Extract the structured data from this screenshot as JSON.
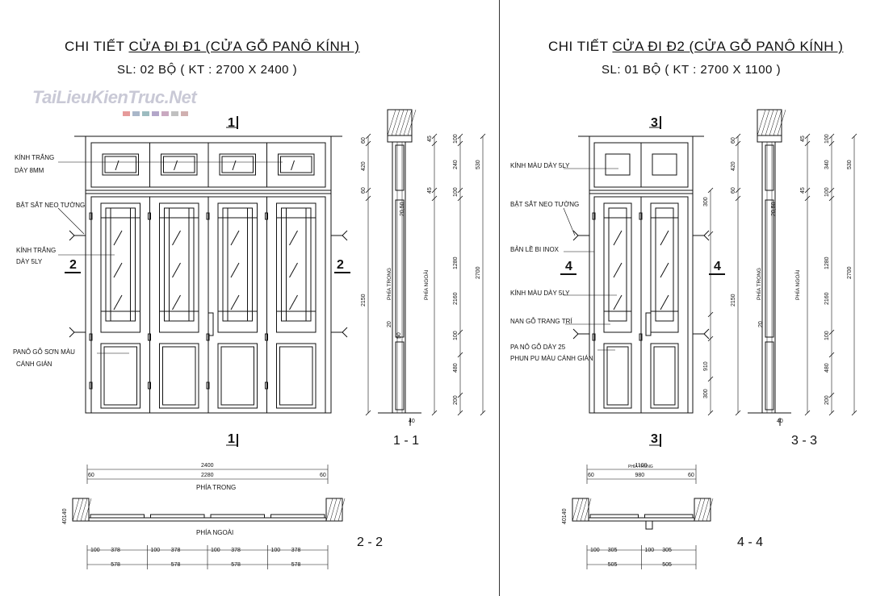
{
  "watermark": {
    "text": "TaiLieuKienTruc.Net",
    "colors": [
      "#e69a9a",
      "#a9b7c9",
      "#9dbcc0",
      "#b3a6c9",
      "#c9a9c0",
      "#c0c0c0",
      "#d0b0b0"
    ]
  },
  "left": {
    "title_prefix": "CHI TIẾT ",
    "title_underlined": "CỬA ĐI Đ1 (CỬA GỖ PANÔ KÍNH )",
    "subtitle": "SL: 02 BỘ ( KT : 2700 X 2400 )",
    "labels": {
      "glass_white_1": "KÍNH TRẮNG",
      "glass_white_1b": "DÀY 8MM",
      "iron_anchor": "BẬT SẮT NEO TƯỜNG",
      "glass_white_2": "KÍNH TRẮNG",
      "glass_white_2b": "DÀY 5LY",
      "panel": "PANÔ GỖ SƠN MÀU",
      "panel_b": "CÁNH GIÁN"
    },
    "section_top": "1",
    "section_bottom": "1",
    "section_side_l": "2",
    "section_side_r": "2",
    "section_title_1": "1 - 1",
    "section_title_2": "2 - 2",
    "inside": "PHÍA TRONG",
    "outside": "PHÍA NGOÀI",
    "plan_dims": {
      "total": "2400",
      "inner": "2280",
      "edge": "60",
      "seg_a": "100",
      "seg_b": "378",
      "seg_c": "578",
      "side": "40",
      "side_b": "140"
    },
    "elev_dims": {
      "d45": "45",
      "d60": "60",
      "d420": "420",
      "d530": "530",
      "d240": "240",
      "d100": "100",
      "d2150": "2150",
      "d1280": "1280",
      "d2160": "2160",
      "d2700": "2700",
      "d480": "480",
      "d200": "200",
      "d2050": "20,50",
      "d20": "20",
      "d50": "50",
      "d40": "40"
    }
  },
  "right": {
    "title_prefix": "CHI TIẾT ",
    "title_underlined": "CỬA ĐI Đ2 (CỬA GỖ PANÔ KÍNH )",
    "subtitle": "SL: 01 BỘ ( KT : 2700 X 1100 )",
    "labels": {
      "glass_color_1": "KÍNH MÀU DÀY 5LY",
      "iron_anchor": "BẬT SẮT NEO TƯỜNG",
      "hinge": "BẢN LỀ BI INOX",
      "glass_color_2": "KÍNH MÀU DÀY 5LY",
      "decor": "NAN GỖ TRANG TRÍ",
      "panel": "PA NÔ GỖ DÀY 25",
      "panel_b": "PHUN PU MÀU CÁNH GIÁN"
    },
    "section_top": "3",
    "section_bottom": "3",
    "section_side_l": "4",
    "section_side_r": "4",
    "section_title_3": "3 - 3",
    "section_title_4": "4 - 4",
    "inside": "PHÍA TRONG",
    "outside": "PHÍA NGOÀI",
    "plan_dims": {
      "total": "1100",
      "inner": "980",
      "edge": "60",
      "seg_a": "100",
      "seg_b": "305",
      "seg_c": "505",
      "side": "40",
      "side_b": "140"
    },
    "elev_dims": {
      "d45": "45",
      "d60": "60",
      "d420": "420",
      "d530": "530",
      "d340": "340",
      "d100": "100",
      "d300": "300",
      "d2150": "2150",
      "d1280": "1280",
      "d2160": "2160",
      "d2700": "2700",
      "d480": "480",
      "d200": "200",
      "d910": "910",
      "d2050": "20,50",
      "d20": "20",
      "d40": "40"
    }
  }
}
